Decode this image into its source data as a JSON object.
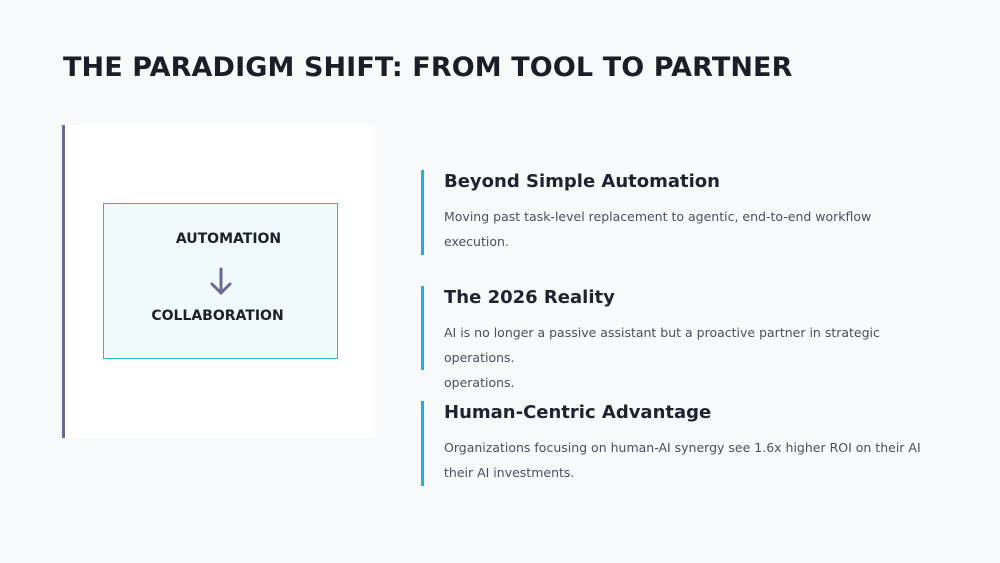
{
  "slide": {
    "title": "THE PARADIGM SHIFT: FROM TOOL TO PARTNER"
  },
  "visual": {
    "from_label": "AUTOMATION",
    "to_label": "COLLABORATION",
    "arrow_icon": "arrow-down-icon",
    "accent_color": "#6e6893",
    "box_border_color": "#2ab7c7"
  },
  "points": [
    {
      "heading": "Beyond Simple Automation",
      "body": "Moving past task-level replacement to agentic, end-to-end workflow execution."
    },
    {
      "heading": "The 2026 Reality",
      "body": "AI is no longer a passive assistant but a proactive partner in strategic operations.",
      "body_extra": "operations."
    },
    {
      "heading": "Human-Centric Advantage",
      "body": "Organizations focusing on human-AI synergy see 1.6x higher ROI on their AI",
      "body_extra": "their AI investments."
    }
  ],
  "colors": {
    "background": "#f8f9fb",
    "point_accent": "#1fb3c5"
  }
}
